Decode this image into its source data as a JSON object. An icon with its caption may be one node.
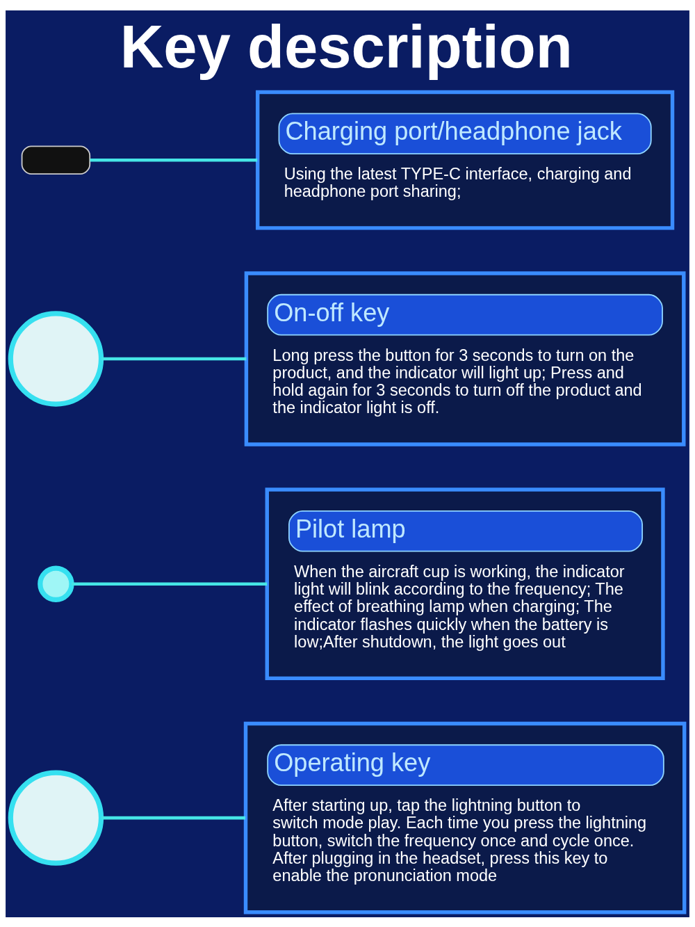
{
  "diagram": {
    "title": "Key description",
    "nodes": [
      {
        "text": [],
        "shape": "circle"
      },
      {
        "text": [],
        "shape": "circle"
      },
      {
        "text": [],
        "shape": "circle"
      },
      {
        "text": [],
        "shape": "box"
      },
      {
        "text": [
          "Operating key",
          "After starting up, tap the lightning button to switch mode play. Each time you press the lightning button, switch the frequency once and cycle once. After plugging in the headset, press this key to enable the pronunciation mode"
        ]
      },
      {
        "text": [
          "Pilot lamp",
          "When the aircraft cup is working, the indicator light will blink according to the frequency; The effect of breathing lamp when charging; The indicator flashes quickly when the battery is low;After shutdown, the light goes out"
        ]
      },
      {
        "text": [
          "On-off key",
          "Long press the button for 3 seconds to turn on the product, and the indicator will light up; Press and hold again for 3 seconds to turn off the product and the indicator light is off."
        ]
      },
      {
        "text": [
          "Charging port/headphone jack",
          "Using the latest TYPE-C interface, charging and headphone port sharing;"
        ]
      }
    ],
    "edges": [
      {
        "from": 4,
        "to": 0,
        "arrow": "none"
      },
      {
        "from": 5,
        "to": 1,
        "arrow": "none"
      },
      {
        "from": 6,
        "to": 2,
        "arrow": "none"
      },
      {
        "from": 7,
        "to": 3,
        "arrow": "none"
      }
    ]
  }
}
